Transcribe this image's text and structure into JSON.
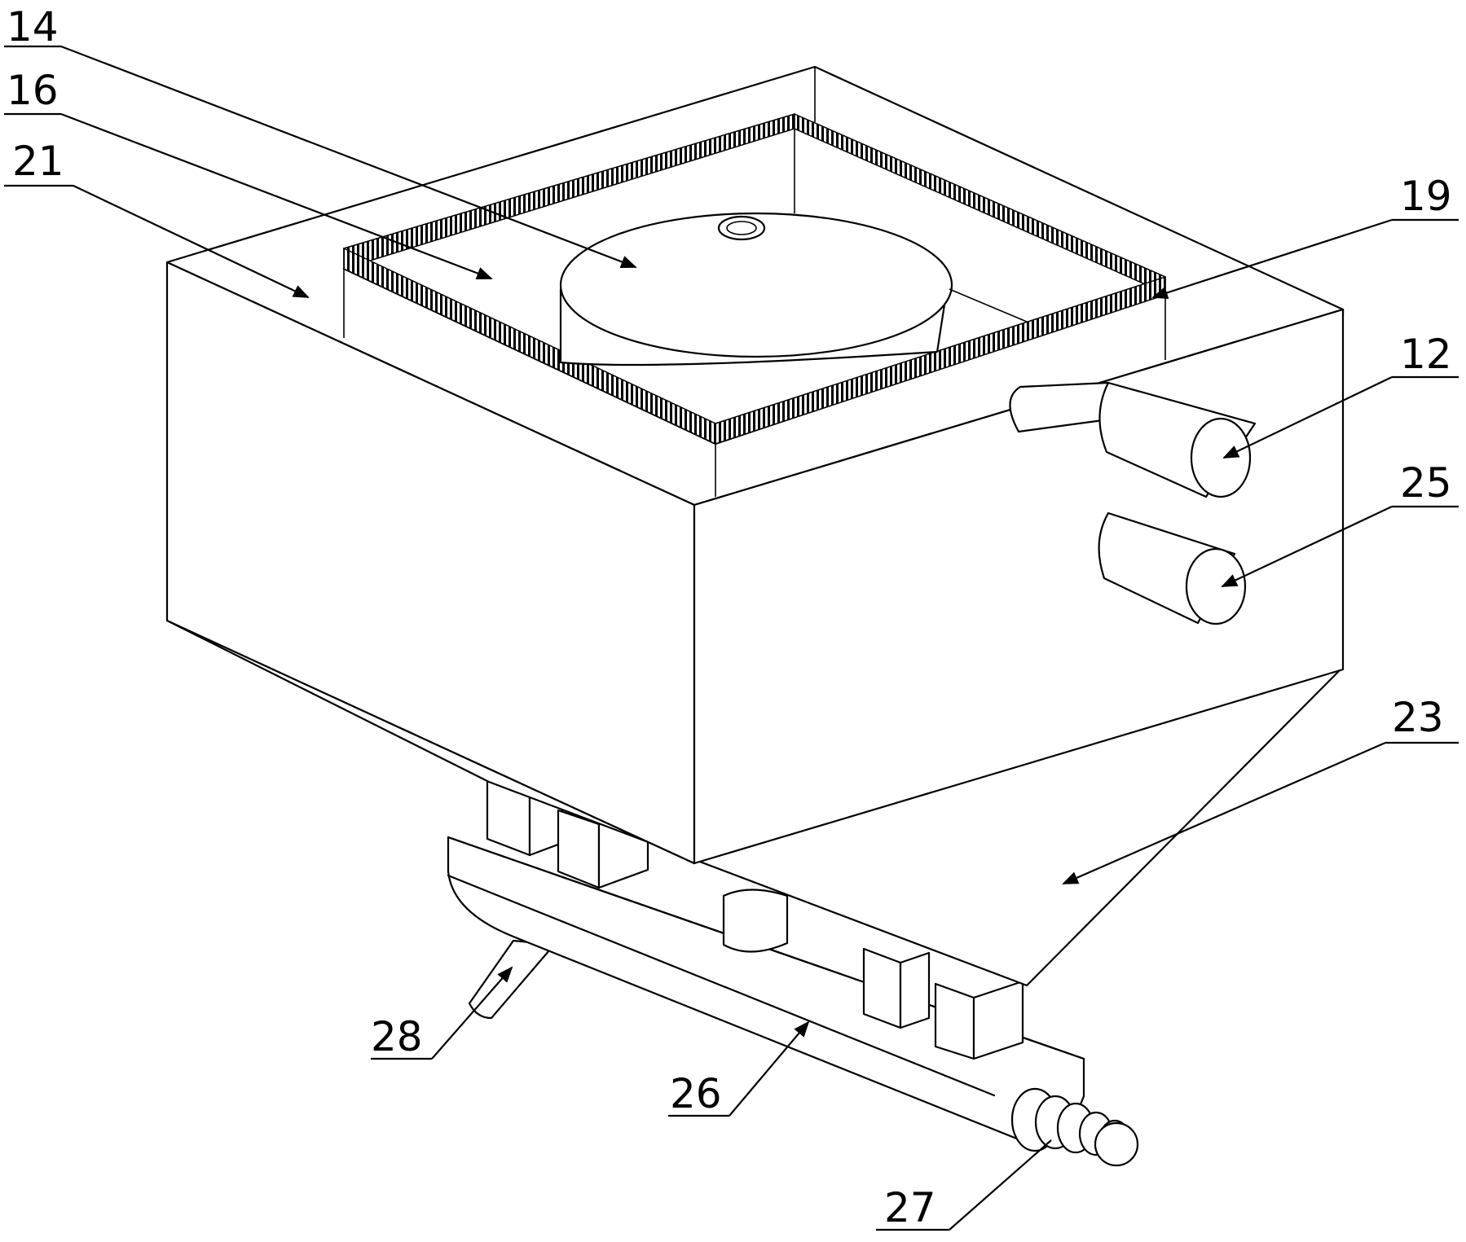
{
  "labels": {
    "l14": "14",
    "l16": "16",
    "l21": "21",
    "l19": "19",
    "l12": "12",
    "l25": "25",
    "l23": "23",
    "l28": "28",
    "l26": "26",
    "l27": "27"
  }
}
